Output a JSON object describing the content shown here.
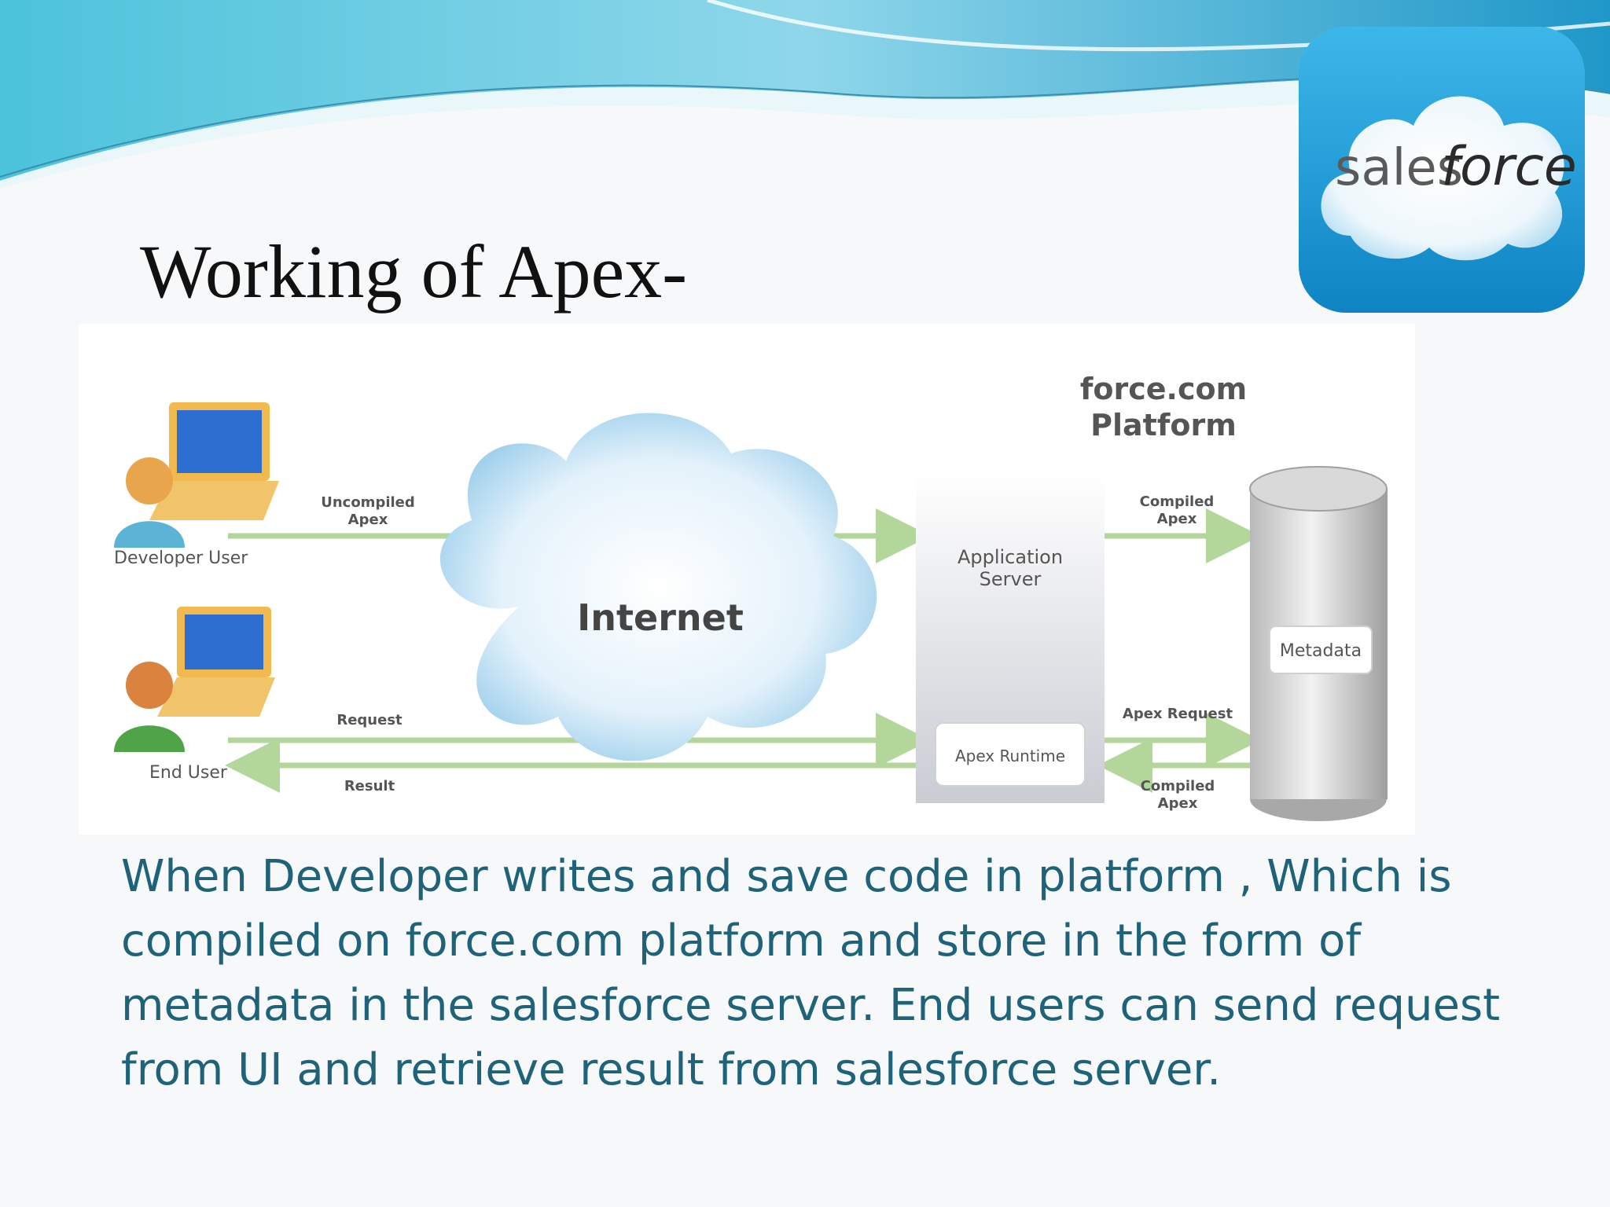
{
  "slide": {
    "title": "Working of Apex-",
    "logo_text_1": "sales",
    "logo_text_2": "force",
    "body_lines": [
      "When Developer writes and save code in platform , Which is",
      "compiled on force.com platform and store in the form  of",
      "metadata in the salesforce server. End users can send request",
      "from UI and retrieve result from salesforce server."
    ]
  },
  "diagram": {
    "platform_label_1": "force.com",
    "platform_label_2": "Platform",
    "developer_label": "Developer User",
    "end_user_label": "End User",
    "uncompiled_1": "Uncompiled",
    "uncompiled_2": "Apex",
    "request_label": "Request",
    "result_label": "Result",
    "internet_label": "Internet",
    "app_server_1": "Application",
    "app_server_2": "Server",
    "apex_runtime": "Apex Runtime",
    "compiled_top_1": "Compiled",
    "compiled_top_2": "Apex",
    "apex_request": "Apex Request",
    "compiled_bottom_1": "Compiled",
    "compiled_bottom_2": "Apex",
    "metadata_label": "Metadata"
  },
  "colors": {
    "accent_teal": "#1e6379",
    "arrow_green": "#b3d69a",
    "logo_blue": "#1b9ad6"
  }
}
